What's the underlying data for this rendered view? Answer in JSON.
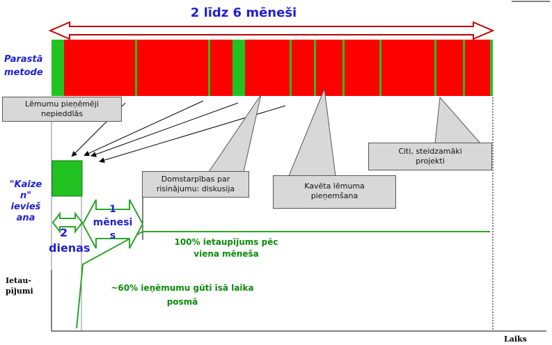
{
  "title": "2 līdz 6 mēneši",
  "row_label_standard": [
    "Parastā",
    "metode"
  ],
  "row_label_kaizen": [
    "\"Kaize",
    "n\"",
    "ievieš",
    "ana"
  ],
  "callouts": {
    "decision_makers": [
      "Lēmumu pieņēmēji",
      "nepieddlās"
    ],
    "interdepartment": [
      "Domstarpības par",
      "risinājumu: diskusija"
    ],
    "delayed": [
      "Kavēta lēmuma",
      "pieņemšana"
    ],
    "other_projects": [
      "Citi, steidzamāki",
      "projekti"
    ]
  },
  "kaizen_phases": {
    "days": [
      "2",
      "dienas"
    ],
    "month": [
      "1",
      "mēnesi",
      "s"
    ]
  },
  "savings_texts": {
    "full": [
      "100% ietaupījums pēc",
      "viena mēneša"
    ],
    "partial": [
      "~60% ieņēmumu gūti īsā laika",
      "posmā"
    ]
  },
  "axis": {
    "ylabel": [
      "Ietau-",
      "pījumi"
    ],
    "xlabel": "Laiks"
  },
  "colors": {
    "red": "#ff0000",
    "green": "#22c222",
    "arrow": "#c00000",
    "title_blue": "#1f1fd0",
    "savings_green": "#0a8a0a"
  }
}
